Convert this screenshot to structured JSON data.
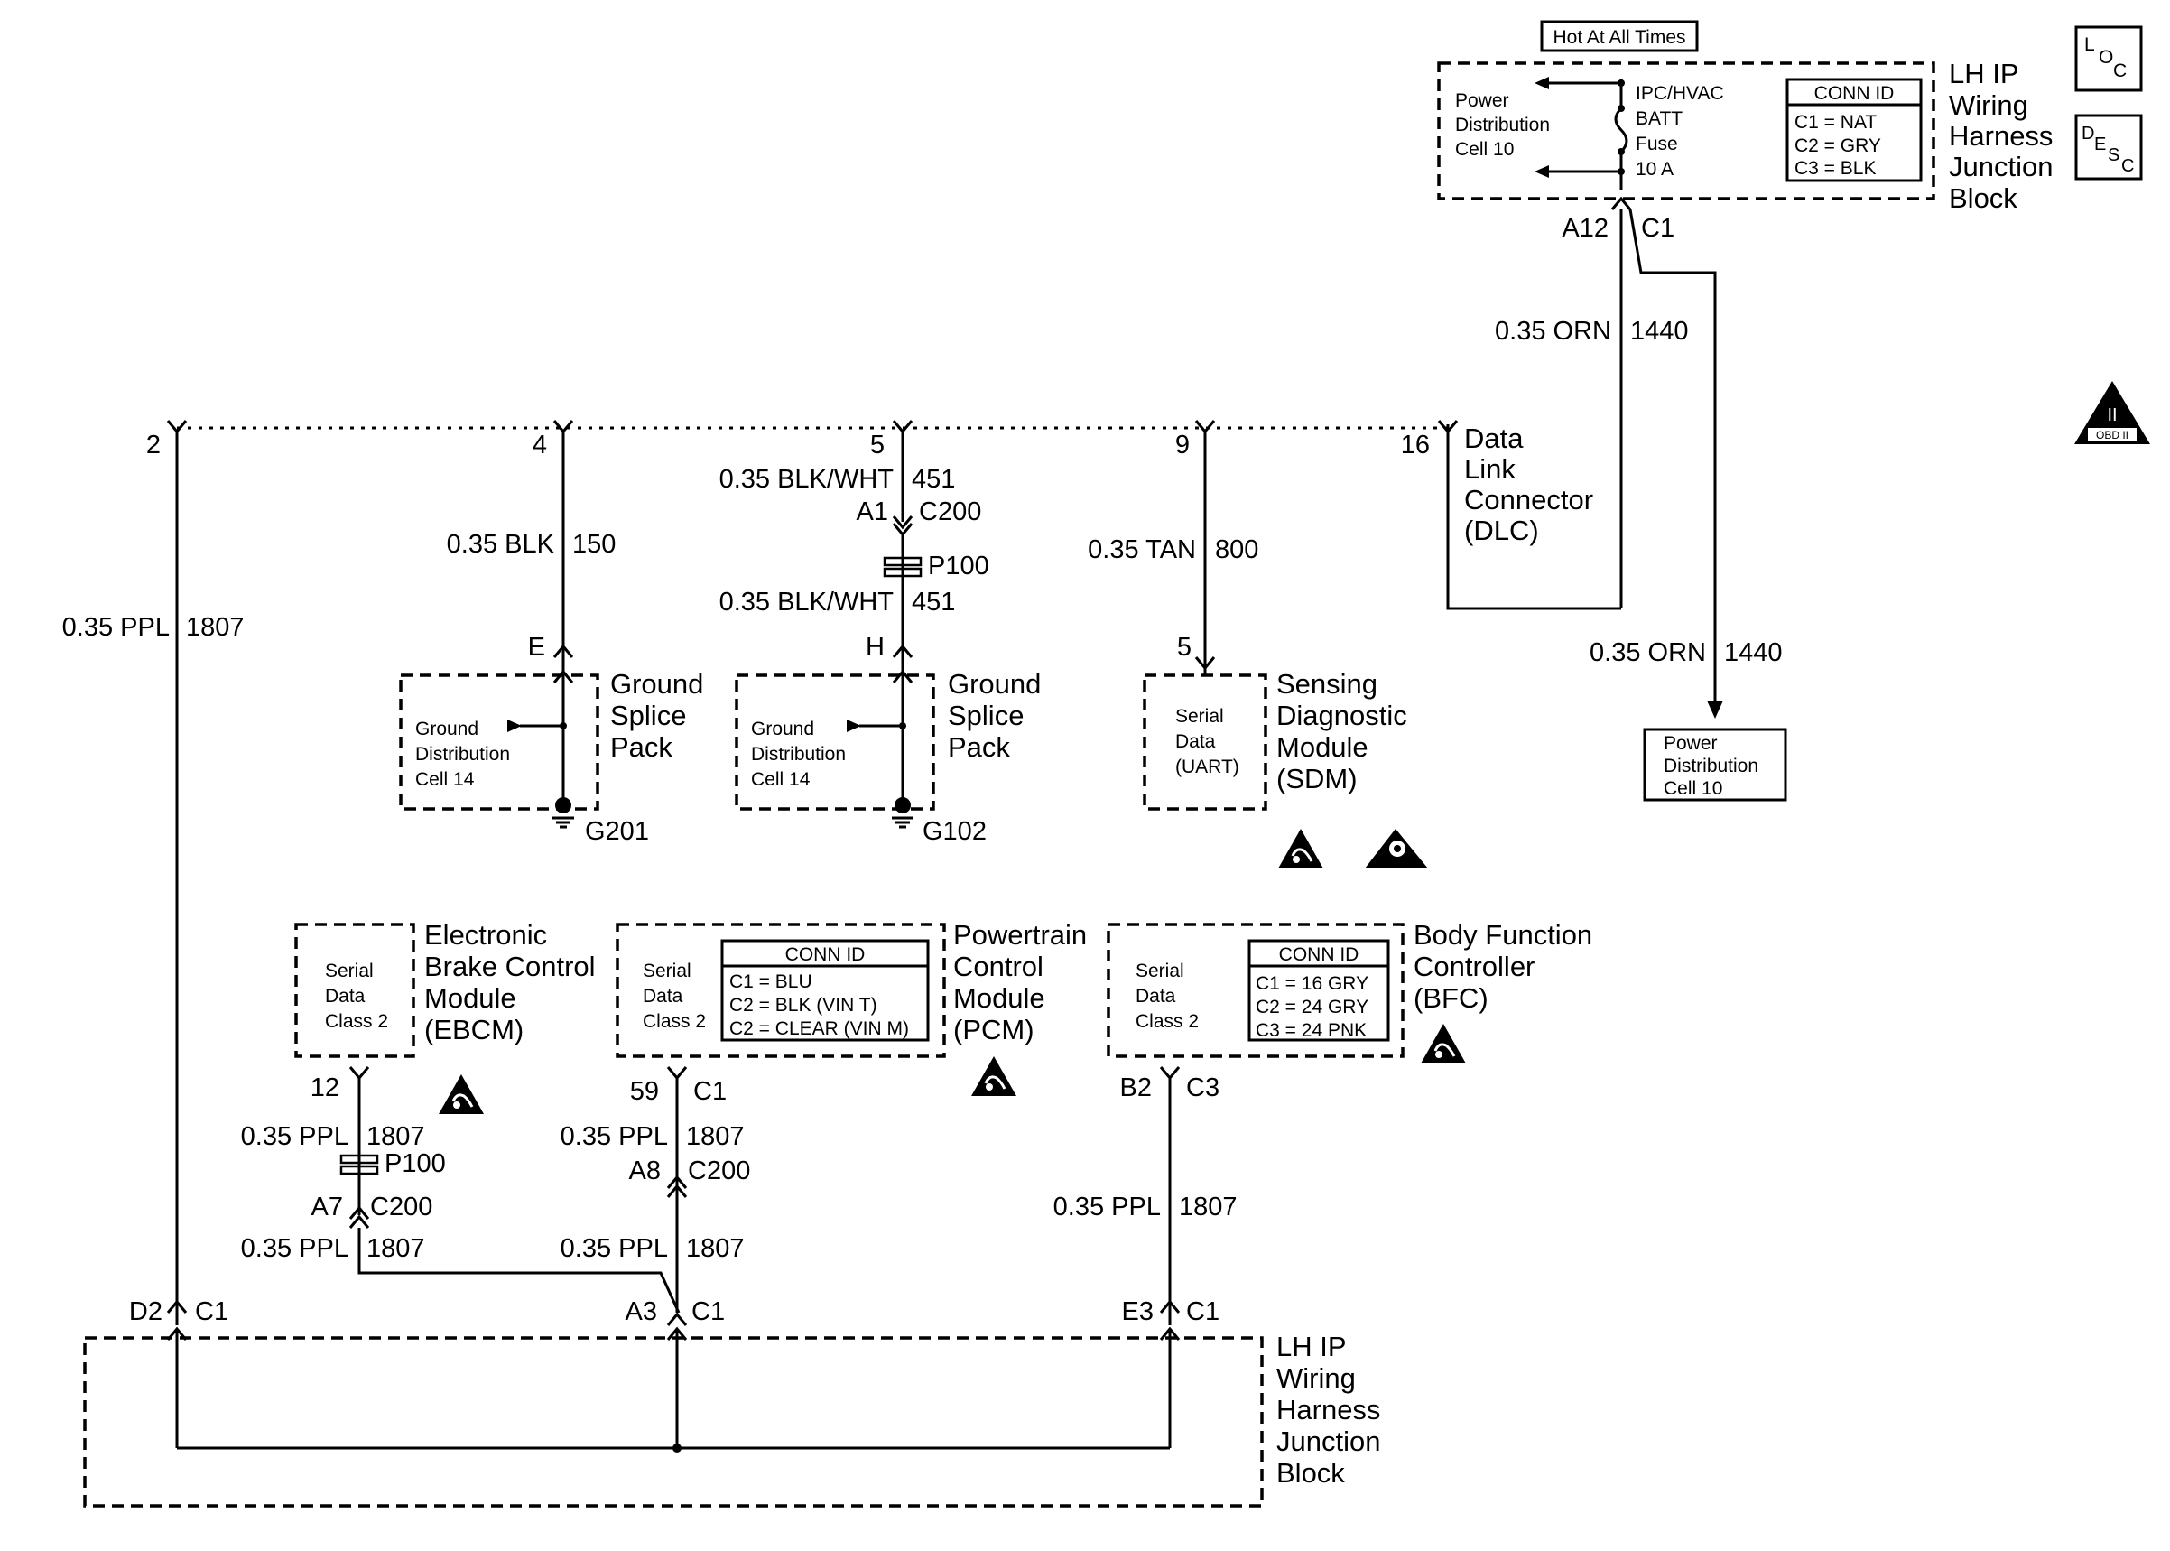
{
  "header": {
    "hot_at_all_times": "Hot At All Times"
  },
  "icons": {
    "loc_l": "L",
    "loc_o": "O",
    "loc_c": "C",
    "desc_d": "D",
    "desc_e": "E",
    "desc_s": "S",
    "desc_c": "C",
    "obd_roman": "II",
    "obd_label": "OBD II"
  },
  "top_block": {
    "title": [
      "LH IP",
      "Wiring",
      "Harness",
      "Junction",
      "Block"
    ],
    "power_dist": [
      "Power",
      "Distribution",
      "Cell 10"
    ],
    "fuse": [
      "IPC/HVAC",
      "BATT",
      "Fuse",
      "10 A"
    ],
    "conn_id_title": "CONN ID",
    "conn_id": [
      "C1 = NAT",
      "C2 = GRY",
      "C3 = BLK"
    ],
    "pin": "A12",
    "connector": "C1"
  },
  "wire_1440": {
    "label_top": "0.35 ORN",
    "num_top": "1440",
    "label_right": "0.35 ORN",
    "num_right": "1440"
  },
  "power_dist_box": [
    "Power",
    "Distribution",
    "Cell 10"
  ],
  "dlc": {
    "title": [
      "Data",
      "Link",
      "Connector",
      "(DLC)"
    ],
    "pins": [
      "2",
      "4",
      "5",
      "9",
      "16"
    ]
  },
  "wire_1807_left": {
    "label": "0.35 PPL",
    "num": "1807"
  },
  "wire_150": {
    "label": "0.35 BLK",
    "num": "150",
    "pin_bottom": "E"
  },
  "wire_451": {
    "label_top": "0.35 BLK/WHT",
    "num_top": "451",
    "pin_a": "A1",
    "conn_a": "C200",
    "splice": "P100",
    "label_bottom": "0.35 BLK/WHT",
    "num_bottom": "451",
    "pin_bottom": "H"
  },
  "wire_800": {
    "label": "0.35 TAN",
    "num": "800",
    "pin_bottom": "5"
  },
  "splice_g201": {
    "title": [
      "Ground",
      "Splice",
      "Pack"
    ],
    "inner": [
      "Ground",
      "Distribution",
      "Cell 14"
    ],
    "ground": "G201"
  },
  "splice_g102": {
    "title": [
      "Ground",
      "Splice",
      "Pack"
    ],
    "inner": [
      "Ground",
      "Distribution",
      "Cell 14"
    ],
    "ground": "G102"
  },
  "sdm": {
    "title": [
      "Sensing",
      "Diagnostic",
      "Module",
      "(SDM)"
    ],
    "inner": [
      "Serial",
      "Data",
      "(UART)"
    ]
  },
  "ebcm": {
    "title": [
      "Electronic",
      "Brake Control",
      "Module",
      "(EBCM)"
    ],
    "inner": [
      "Serial",
      "Data",
      "Class 2"
    ],
    "pin": "12",
    "wire_top": {
      "label": "0.35 PPL",
      "num": "1807"
    },
    "splice": "P100",
    "pin_a": "A7",
    "conn_a": "C200",
    "wire_bottom": {
      "label": "0.35 PPL",
      "num": "1807"
    }
  },
  "pcm": {
    "title": [
      "Powertrain",
      "Control",
      "Module",
      "(PCM)"
    ],
    "inner": [
      "Serial",
      "Data",
      "Class 2"
    ],
    "conn_id_title": "CONN ID",
    "conn_id": [
      "C1 = BLU",
      "C2 = BLK (VIN T)",
      "C2 = CLEAR (VIN M)"
    ],
    "pin": "59",
    "connector": "C1",
    "wire_top": {
      "label": "0.35 PPL",
      "num": "1807"
    },
    "pin_a": "A8",
    "conn_a": "C200",
    "wire_bottom": {
      "label": "0.35 PPL",
      "num": "1807"
    }
  },
  "bfc": {
    "title": [
      "Body Function",
      "Controller",
      "(BFC)"
    ],
    "inner": [
      "Serial",
      "Data",
      "Class 2"
    ],
    "conn_id_title": "CONN ID",
    "conn_id": [
      "C1 = 16 GRY",
      "C2 = 24 GRY",
      "C3 = 24 PNK"
    ],
    "pin": "B2",
    "connector": "C3",
    "wire": {
      "label": "0.35 PPL",
      "num": "1807"
    }
  },
  "bottom_block": {
    "title": [
      "LH IP",
      "Wiring",
      "Harness",
      "Junction",
      "Block"
    ],
    "pins": [
      {
        "pin": "D2",
        "connector": "C1"
      },
      {
        "pin": "A3",
        "connector": "C1"
      },
      {
        "pin": "E3",
        "connector": "C1"
      }
    ]
  }
}
